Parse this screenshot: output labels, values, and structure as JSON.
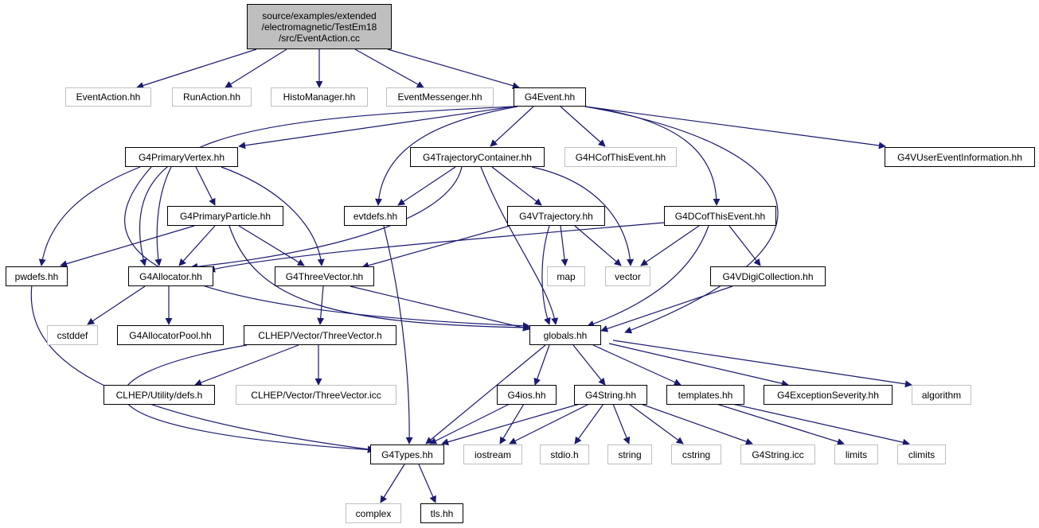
{
  "graph": {
    "root": {
      "line1": "source/examples/extended",
      "line2": "/electromagnetic/TestEm18",
      "line3": "/src/EventAction.cc"
    },
    "nodes": {
      "eventaction": "EventAction.hh",
      "runaction": "RunAction.hh",
      "histomanager": "HistoManager.hh",
      "eventmessenger": "EventMessenger.hh",
      "g4event": "G4Event.hh",
      "g4primaryvertex": "G4PrimaryVertex.hh",
      "g4trajectorycontainer": "G4TrajectoryContainer.hh",
      "g4hcofthisevent": "G4HCofThisEvent.hh",
      "g4vusereventinformation": "G4VUserEventInformation.hh",
      "g4primaryparticle": "G4PrimaryParticle.hh",
      "evtdefs": "evtdefs.hh",
      "g4vtrajectory": "G4VTrajectory.hh",
      "g4dcofthisevent": "G4DCofThisEvent.hh",
      "pwdefs": "pwdefs.hh",
      "g4allocator": "G4Allocator.hh",
      "g4threevector": "G4ThreeVector.hh",
      "map": "map",
      "vector": "vector",
      "g4vdigicollection": "G4VDigiCollection.hh",
      "cstddef": "cstddef",
      "g4allocatorpool": "G4AllocatorPool.hh",
      "clhep_threevector": "CLHEP/Vector/ThreeVector.h",
      "globals": "globals.hh",
      "clhep_defs": "CLHEP/Utility/defs.h",
      "clhep_threevector_icc": "CLHEP/Vector/ThreeVector.icc",
      "g4ios": "G4ios.hh",
      "g4string": "G4String.hh",
      "templates": "templates.hh",
      "g4exceptionseverity": "G4ExceptionSeverity.hh",
      "algorithm": "algorithm",
      "g4types": "G4Types.hh",
      "iostream": "iostream",
      "stdio": "stdio.h",
      "string": "string",
      "cstring": "cstring",
      "g4string_icc": "G4String.icc",
      "limits": "limits",
      "climits": "climits",
      "complex": "complex",
      "tls": "tls.hh"
    }
  }
}
